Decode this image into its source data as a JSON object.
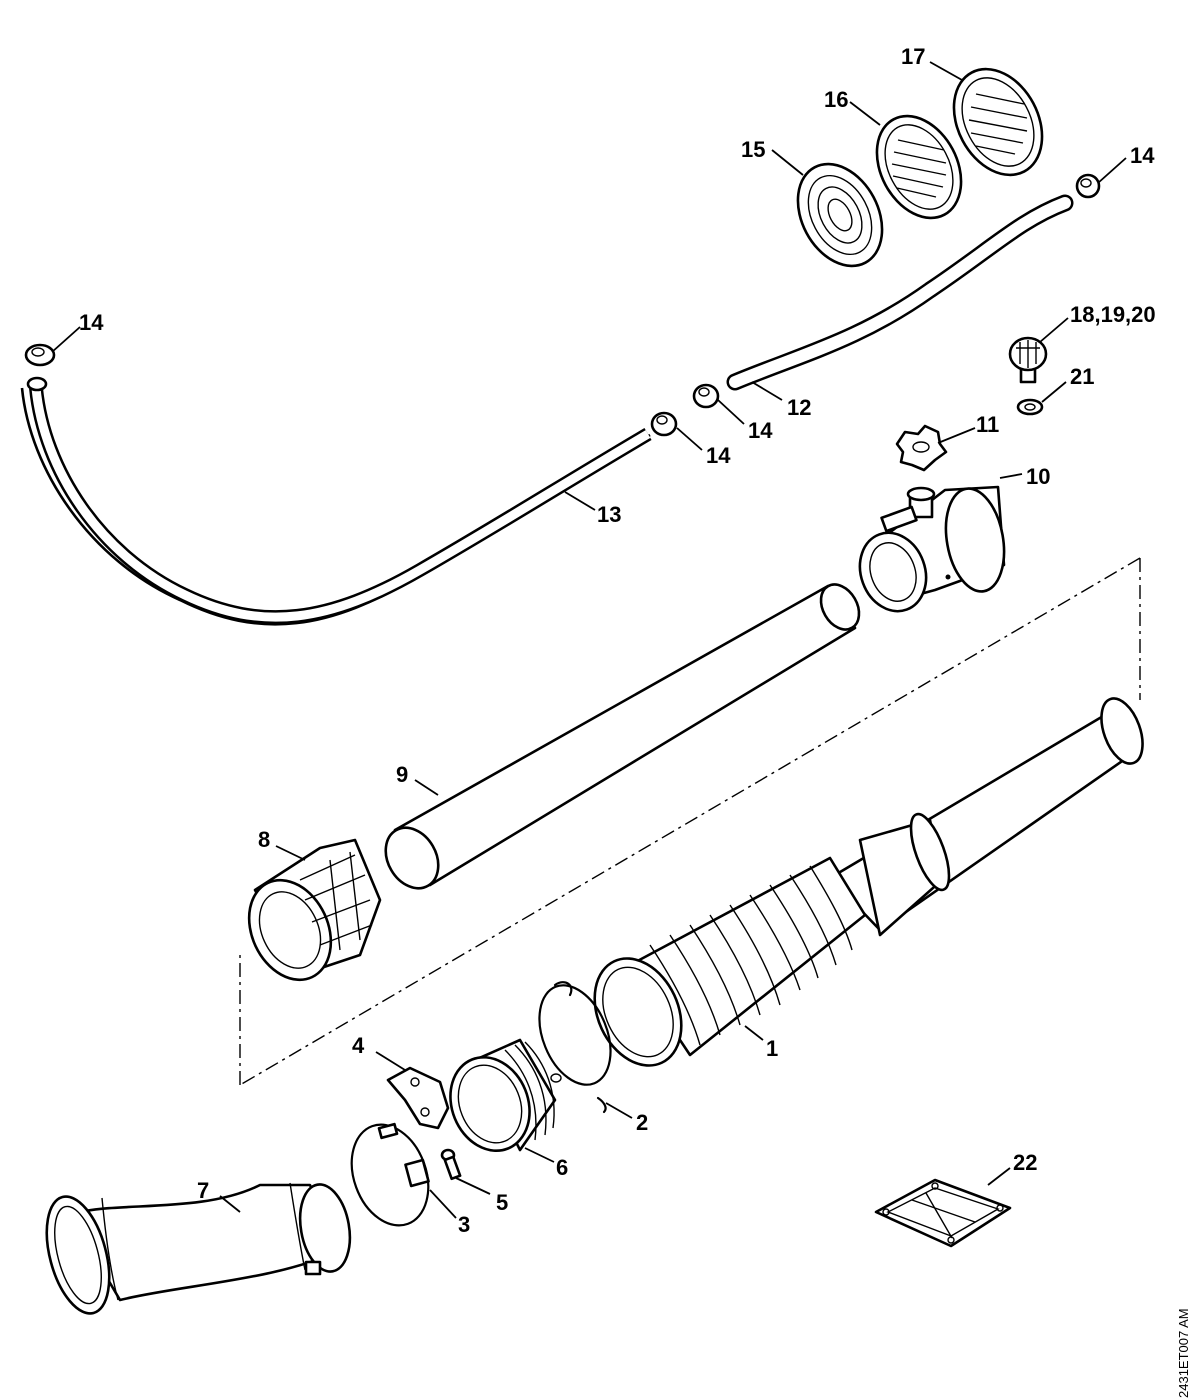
{
  "drawing_code": "2431ET007 AM",
  "callouts": [
    "1",
    "2",
    "3",
    "4",
    "5",
    "6",
    "7",
    "8",
    "9",
    "10",
    "11",
    "12",
    "13",
    "14",
    "14",
    "14",
    "14",
    "15",
    "16",
    "17",
    "18,19,20",
    "21",
    "22"
  ]
}
